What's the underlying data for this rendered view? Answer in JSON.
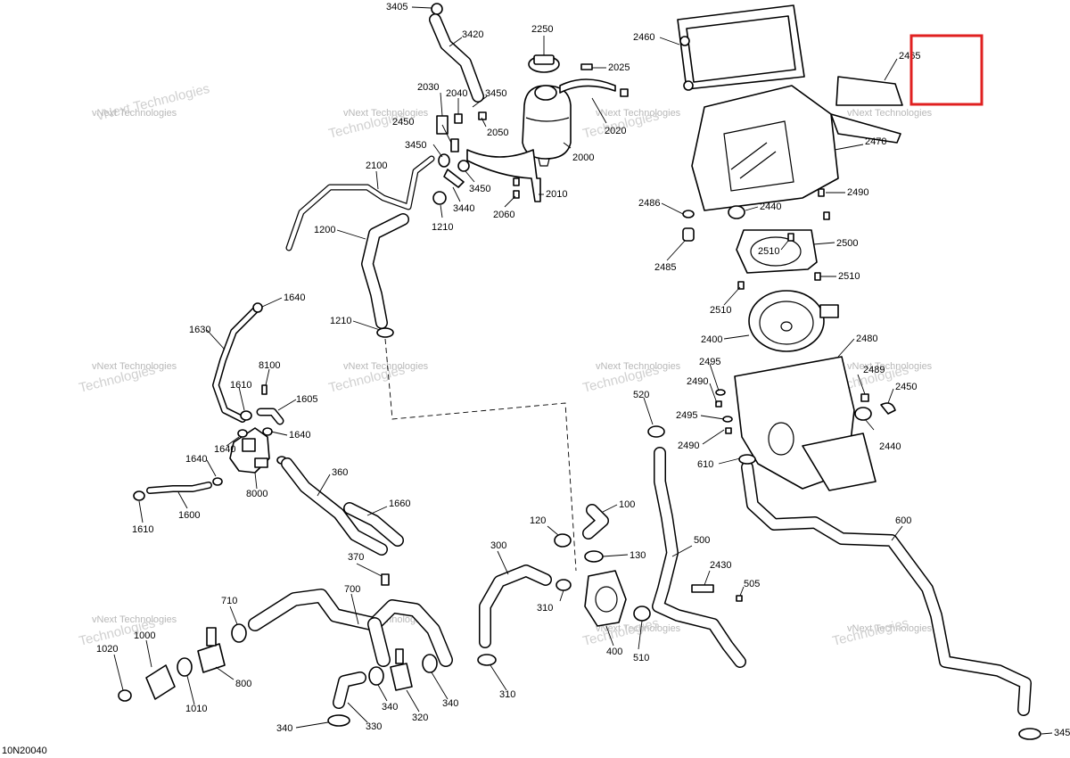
{
  "diagram_code": "10N20040",
  "watermark_line1": "vNext Technologies",
  "watermark_line2": "Technologies",
  "labels": {
    "p3405": "3405",
    "p3420": "3420",
    "p2250": "2250",
    "p2460": "2460",
    "p2025": "2025",
    "p2465": "2465",
    "p2030": "2030",
    "p2040": "2040",
    "p3450a": "3450",
    "p2450": "2450",
    "p2050": "2050",
    "p2020": "2020",
    "p3450b": "3450",
    "p2000": "2000",
    "p2470": "2470",
    "p2100": "2100",
    "p3450c": "3450",
    "p2010": "2010",
    "p3440": "3440",
    "p2060": "2060",
    "p1210a": "1210",
    "p2490a": "2490",
    "p2486": "2486",
    "p2440a": "2440",
    "p1200": "1200",
    "p2500": "2500",
    "p2510a": "2510",
    "p2485": "2485",
    "p2510b": "2510",
    "p1640a": "1640",
    "p2510c": "2510",
    "p1210b": "1210",
    "p1630": "1630",
    "p2400": "2400",
    "p2480": "2480",
    "p8100": "8100",
    "p2495a": "2495",
    "p2489": "2489",
    "p1610a": "1610",
    "p2490b": "2490",
    "p2450b": "2450",
    "p1605": "1605",
    "p520": "520",
    "p2495b": "2495",
    "p1640b": "1640",
    "p1640c": "1640",
    "p2490c": "2490",
    "p2440b": "2440",
    "p1640d": "1640",
    "p610": "610",
    "p360": "360",
    "p8000": "8000",
    "p100": "100",
    "p1610b": "1610",
    "p1600": "1600",
    "p1660": "1660",
    "p600": "600",
    "p120": "120",
    "p300": "300",
    "p500": "500",
    "p370": "370",
    "p130": "130",
    "p2430": "2430",
    "p700": "700",
    "p505": "505",
    "p710": "710",
    "p310a": "310",
    "p1000": "1000",
    "p1020": "1020",
    "p510": "510",
    "p400": "400",
    "p800": "800",
    "p340a": "340",
    "p340b": "340",
    "p1010": "1010",
    "p320": "320",
    "p310b": "310",
    "p330": "330",
    "p340c": "340",
    "p345": "345"
  }
}
